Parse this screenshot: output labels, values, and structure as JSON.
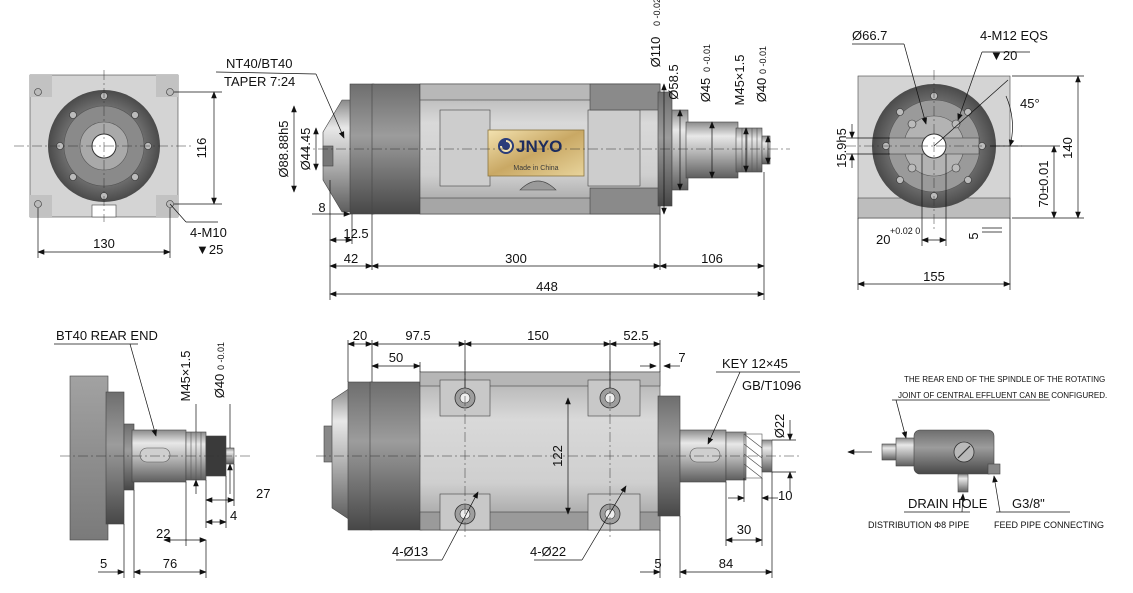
{
  "logo": {
    "brand": "JNYO",
    "tagline": "Made in China"
  },
  "views": {
    "front": {
      "width": "130",
      "height": "116",
      "hole_note": "4-M10",
      "hole_depth": "▼25"
    },
    "side": {
      "taper_title": "NT40/BT40",
      "taper_ratio": "TAPER 7:24",
      "d_flange": "Ø88.88h5",
      "d_nose": "Ø44.45",
      "d_body": "Ø110",
      "d_body_tol": "0 -0.02",
      "d_58": "Ø58.5",
      "d_45": "Ø45",
      "d_45_tol": "0 -0.01",
      "thread": "M45×1.5",
      "d_40": "Ø40",
      "d_40_tol": "0 -0.01",
      "dim_8": "8",
      "dim_12_5": "12.5",
      "dim_42": "42",
      "dim_300": "300",
      "dim_106": "106",
      "dim_448": "448"
    },
    "end": {
      "d_66": "Ø66.7",
      "bolt_note": "4-M12 EQS",
      "bolt_depth": "▼20",
      "angle": "45°",
      "key_width": "15.9h5",
      "height": "140",
      "center_h": "70±0.01",
      "slot_w": "20",
      "slot_tol": "+0.02 0",
      "dim_5": "5",
      "width": "155"
    },
    "rear": {
      "title": "BT40 REAR END",
      "thread": "M45×1.5",
      "d_40": "Ø40",
      "d_40_tol": "0 -0.01",
      "dim_27": "27",
      "dim_4": "4",
      "dim_22": "22",
      "dim_5": "5",
      "dim_76": "76"
    },
    "bottom": {
      "dim_20": "20",
      "dim_97_5": "97.5",
      "dim_150": "150",
      "dim_52_5": "52.5",
      "dim_50": "50",
      "dim_7": "7",
      "dim_122": "122",
      "holes_13": "4-Ø13",
      "holes_22": "4-Ø22",
      "key": "KEY 12×45",
      "key_std": "GB/T1096",
      "d_22": "Ø22",
      "dim_10": "10",
      "dim_30": "30",
      "dim_5": "5",
      "dim_84": "84"
    },
    "joint": {
      "note_line1": "THE REAR END OF THE SPINDLE OF THE ROTATING",
      "note_line2": "JOINT OF CENTRAL EFFLUENT CAN BE CONFIGURED.",
      "drain": "DRAIN HOLE",
      "distribution": "DISTRIBUTION Φ8 PIPE",
      "thread": "G3/8\"",
      "feed": "FEED PIPE CONNECTING"
    }
  }
}
